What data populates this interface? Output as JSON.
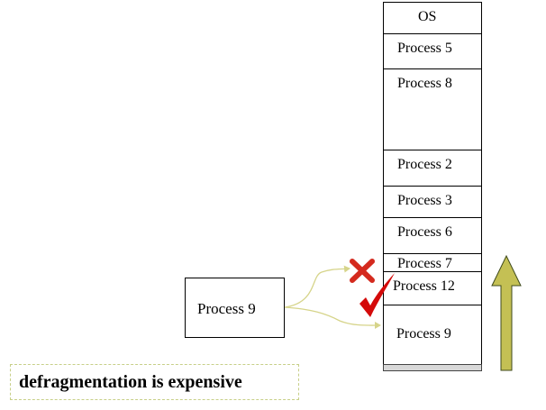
{
  "memory": {
    "blocks": [
      {
        "id": "os",
        "label": "OS"
      },
      {
        "id": "p5",
        "label": "Process 5"
      },
      {
        "id": "p8",
        "label": "Process 8"
      },
      {
        "id": "p2",
        "label": "Process 2"
      },
      {
        "id": "p3",
        "label": "Process 3"
      },
      {
        "id": "p6",
        "label": "Process 6"
      },
      {
        "id": "p7",
        "label": "Process 7"
      },
      {
        "id": "p12",
        "label": "Process 12"
      },
      {
        "id": "p9",
        "label": "Process 9"
      },
      {
        "id": "free",
        "label": ""
      }
    ]
  },
  "incoming": {
    "label": "Process 9"
  },
  "note": {
    "text": "defragmentation is expensive"
  },
  "colors": {
    "arrow": "#d6d48a",
    "big_arrow_fill": "#c4c054",
    "big_arrow_stroke": "#3f4a1c",
    "cross": "#d42a1e",
    "check": "#d40a0a",
    "note_border": "#c7cf88"
  },
  "icons": {
    "reject": "cross-icon",
    "accept": "checkmark-icon",
    "compaction": "up-arrow-icon"
  }
}
